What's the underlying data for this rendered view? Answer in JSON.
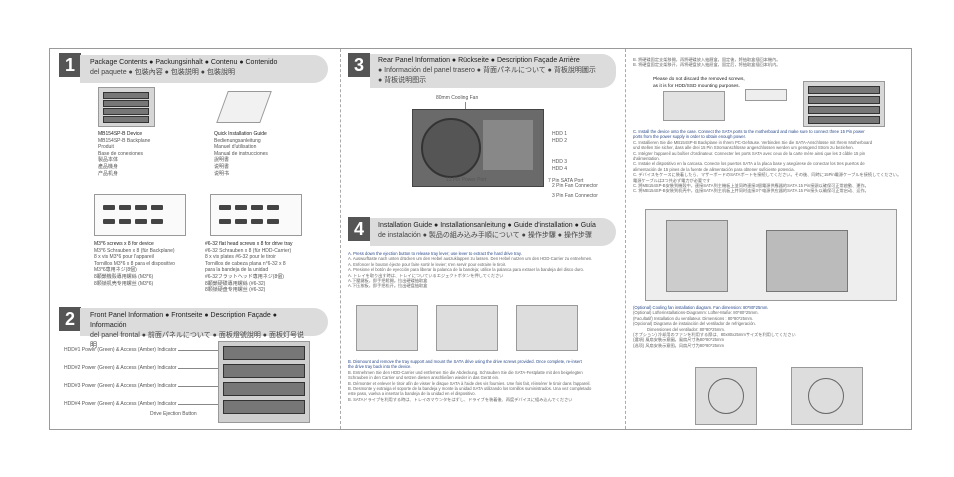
{
  "s1": {
    "num": "1",
    "title_lines": [
      "Package Contents ● Packungsinhalt ● Contenu ● Contenido",
      "del paquete ● 包裝內容 ● 包裝説明 ● 包裝說明"
    ],
    "device": [
      "MB154SP-B Device",
      "MB154SP-B Backplane",
      "Produit",
      "Base de conexiones",
      "製品本体",
      "產品機身",
      "产品机身"
    ],
    "guide": [
      "Quick Installation Guide",
      "Bedienungsanleitung",
      "Manuel d'utilisation",
      "Manual de instrucciones",
      "說明書",
      "说明書",
      "说明书"
    ],
    "m3": [
      "M3*6 screws x 8 for device",
      "M3*6 Schrauben x 8 (für Backplane)",
      "8 x vis M3*6 pour l'appareil",
      "Tornillos M3*6 x 8 para el dispositivo",
      "M3*6専用ネジ(8個)",
      "8顆鎖機殼專用螺絲 (M3*6)",
      "8颗锁机壳专用螺丝 (M3*6)"
    ],
    "m6": [
      "#6-32 flat head screws x 8 for drive tray",
      "#6-32 Schrauben x 8 (für HDD-Carrier)",
      "8 x vis plates #6-32 pour le tiroir",
      "Tornillos de cabeza plana n°6-32 x 8",
      "para la bandeja de la unidad",
      "#6-32フラットヘッド専用ネジ(8個)",
      "8顆鎖硬碟專用螺絲 (#6-32)",
      "8颗锁硬盘专用螺丝 (#6-32)"
    ]
  },
  "s2": {
    "num": "2",
    "title_lines": [
      "Front Panel Information ● Frontseite ● Description Façade ● Información",
      "del panel frontal ● 前面パネルについて ● 面板燈號說明 ● 面板灯号说明"
    ],
    "labels": [
      "HDD#1 Power (Green) & Access (Amber) Indicator",
      "HDD#2 Power (Green) & Access (Amber) Indicator",
      "HDD#3 Power (Green) & Access (Amber) Indicator",
      "HDD#4 Power (Green) & Access (Amber) Indicator",
      "Drive Ejection Button"
    ]
  },
  "s3": {
    "num": "3",
    "title_lines": [
      "Rear Panel Information ● Rückseite ● Description Façade Arrière",
      "● Información del panel trasero ● 背面パネルについて ● 背板說明圖示",
      "● 背板说明图示"
    ],
    "fan": "80mm Cooling Fan",
    "hdds": [
      "HDD 1",
      "HDD 2",
      "HDD 3",
      "HDD 4"
    ],
    "fan_conn": [
      "2 Pin Fan Connector",
      "3 Pin Fan Connector"
    ],
    "power": "15 Pin Power Port",
    "sata": "7 Pin SATA Port"
  },
  "s4": {
    "num": "4",
    "title_lines": [
      "Installation Guide ● Installationsanleitung ● Guide d'installation ● Guía",
      "de instalación ● 製品の組み込み手順について ● 操作步驟 ● 操作步骤"
    ],
    "a": [
      "A. Press down the ejection button to release tray lever; use lever to extract the hard drive tray.",
      "A. Auswurftaste nach unten drücken um den Hebel auszuklappen zu lassen. Den Hebel nutzen um den HDD-Carrier zu entnehmen.",
      "A. Enfoncer le bouton éjecte pour faire sortir le levier; s'en servir pour extraire le tiroir.",
      "A. Presione el botón de eyección para liberar la palanca de la bandeja; utilice la palanca para extraer la bandeja del disco duro.",
      "A. トレイを取り出す時は、トレイについているエジェクトボタンを押してください",
      "A.下壓鍵板，即手把鬆開。拉出硬碟抽取盒",
      "A.下压按板，即手把松开。拉出硬盘抽取盒"
    ],
    "b": [
      "B. Dismount and remove the tray support and mount the SATA drive using the drive screws provided. Once complete, re-insert",
      "the drive tray back into the device.",
      "B. Entnehmen Sie den HDD-Carrier und entfernen Sie die Abdeckung. Schrauben Sie die SATA-Festplatte mit den beigelegten",
      "Schrauben in den Carrier und setzen diesen anschließen wieder in das Gerät ein.",
      "B. Démonter et enlever le tiroir afin de visser le disque SATA à l'aide des vis fournies. Une fois fait, réinsérer le tiroir dans l'appareil.",
      "B. Desmonte y extraiga el soporte de la bandeja y monte la unidad SATA utilizando los tornillos suministrados. Una vez completado",
      "este paso, vuelva a insertar la bandeja de la unidad en el dispositivo.",
      "B. SATAドライブを利用する時は、トレイのマウンタをはずし、ドライブを装着後、再度デバイスに組み込んでください"
    ]
  },
  "c3": {
    "top": [
      "B. 將硬碟固定支架移開，再將硬碟放入抽屜盒，固定後，將抽取盒插回本機內。",
      "B. 将硬盘固定支架移开，再将硬盘放入抽屉盒，固定后，将抽取盒插回本机内。"
    ],
    "note": [
      "Please do not discard the removed screws,",
      "as it is for HDD/SSD mounting purposes."
    ],
    "c": [
      "C. Install the device onto the case. Connect the SATA ports to the motherboard and make sure to connect three 15 Pin power",
      "ports from the power supply in order to obtain enough power.",
      "C. Installieren Sie die MB154SP-B Backplane in Ihrem PC-Gehäuse. Verbinden Sie die SATA-Anschlüsse mit Ihrem Motherboard",
      "und stellen Sie sicher, dass alle drei 15 Pin Stromanschlüsse angeschlossen werden um genügend Strom zu beziehen.",
      "C. Intégrer l'appareil au boîtier d'ordinateur. Connecter les ports SATA avec ceux de la carte mère ainsi que les 3 câble 15 pin",
      "d'alimentation.",
      "C. Instale el dispositivo en la carcasa. Conecte los puertos SATA a la placa base y asegúrese de conectar los tres puertos de",
      "alimentación de 15 pines de la fuente de alimentación para obtener suficiente potencia.",
      "C. デバイスをケースに装着したら、マザーボードのSATAポートを接続してください。その後、同時に15Pin電源ケーブルを接続してください。",
      "電源ケーブルは3つ共必ず電力が必要です",
      "C. 將MB154SP-B安裝到機殼中，連接SATA到主機板上並同時連接3個電源供應器的SATA 15 Pin接頭以確保可正常啟動、運作。",
      "C. 将MB154SP-B安装到机壳中，连接SATA到主机板上并同时连接3个电源供应器的SATA 15 Pin接头以确保可正常启动、运作。"
    ],
    "fan": [
      "(Optional) Cooling fan installation diagram. Fan dimension: 80*80*25mm.",
      "(Optional) Lüfterinstallations-Diagramm: Lüfter-Maße: 80*80*25mm.",
      "(Facultatif) Installation du ventilateur. Dimensions : 80*80*25mm.",
      "(Opcional) Diagrama de instalación del ventilador de refrigeración.",
      "Dimensiones del ventilador: 80*80*25mm.",
      "(オプション) 冷却用のファンを利用する際は、80x80x25mmサイズを利用してください",
      "(選項) 風扇安裝示意圖。風扇尺寸為80*80*25mm",
      "(选项) 风扇安装示意图。风扇尺寸为80*80*25mm"
    ]
  }
}
